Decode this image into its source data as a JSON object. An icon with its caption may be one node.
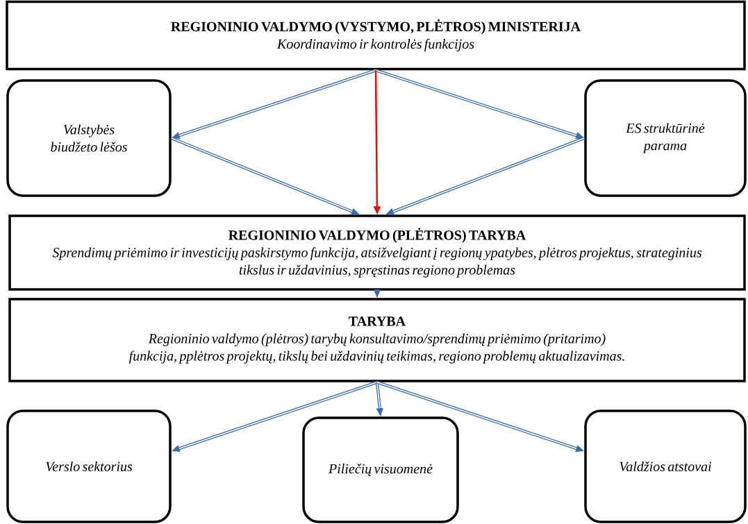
{
  "diagram": {
    "nodes": [
      {
        "text": [
          "REGIONINIO VALDYMO (VYSTYMO, PLĖTROS) MINISTERIJA",
          "Koordinavimo ir kontrolės funkcijos"
        ]
      },
      {
        "text": [
          "Valstybės biudžeto lėšos"
        ]
      },
      {
        "text": [
          "ES struktūrinė parama"
        ]
      },
      {
        "text": [
          "REGIONINIO VALDYMO (PLĖTROS) TARYBA",
          "Sprendimų priėmimo ir investicijų paskirstymo funkcija, atsižvelgiant į regionų ypatybes, plėtros projektus, strateginius tikslus ir uždavinius, spręstinas regiono problemas"
        ]
      },
      {
        "text": [
          "TARYBA",
          "Regioninio valdymo (plėtros) tarybų konsultavimo/sprendimų priėmimo (pritarimo) funkcija, pplėtros projektų, tikslų bei uždavinių teikimas, regiono problemų aktualizavimas."
        ]
      },
      {
        "text": [
          "Verslo sektorius"
        ]
      },
      {
        "text": [
          "Piliečių visuomenė"
        ]
      },
      {
        "text": [
          "Valdžios atstovai"
        ]
      }
    ],
    "edges": [
      {
        "from": 0,
        "to": 1,
        "arrow": "to"
      },
      {
        "from": 0,
        "to": 2,
        "arrow": "to"
      },
      {
        "from": 1,
        "to": 3,
        "arrow": "to"
      },
      {
        "from": 0,
        "to": 3,
        "arrow": "to",
        "color": "#ff0000"
      },
      {
        "from": 2,
        "to": 3,
        "arrow": "to"
      },
      {
        "from": 3,
        "to": 4,
        "arrow": "to"
      },
      {
        "from": 4,
        "to": 5,
        "arrow": "to"
      },
      {
        "from": 4,
        "to": 6,
        "arrow": "to"
      },
      {
        "from": 4,
        "to": 7,
        "arrow": "to"
      }
    ]
  }
}
